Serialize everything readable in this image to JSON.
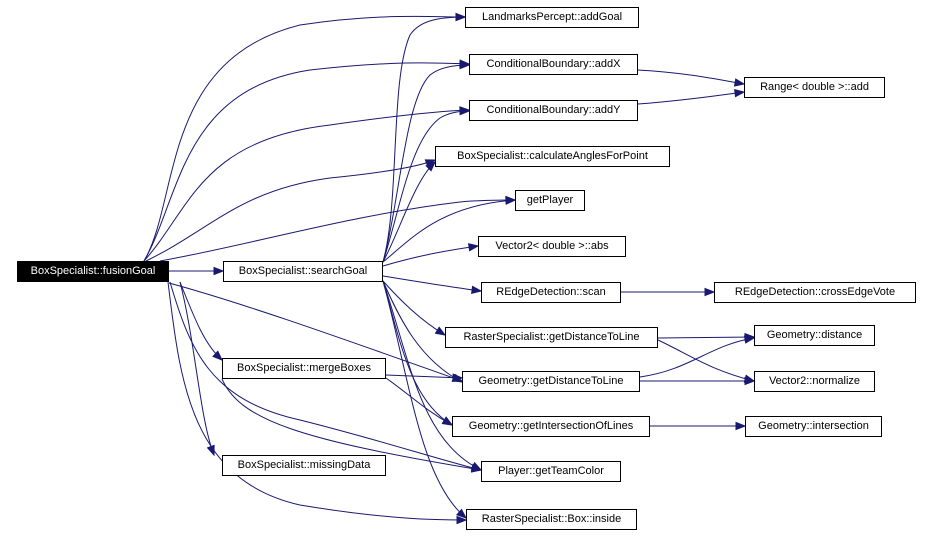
{
  "colors": {
    "edge": "#191970",
    "node_border": "#000000",
    "root_fill": "#000000",
    "root_text": "#ffffff"
  },
  "nodes": {
    "fusionGoal": "BoxSpecialist::fusionGoal",
    "searchGoal": "BoxSpecialist::searchGoal",
    "mergeBoxes": "BoxSpecialist::mergeBoxes",
    "missingData": "BoxSpecialist::missingData",
    "addGoal": "LandmarksPercept::addGoal",
    "addX": "ConditionalBoundary::addX",
    "addY": "ConditionalBoundary::addY",
    "calcAngles": "BoxSpecialist::calculateAnglesForPoint",
    "getPlayer": "getPlayer",
    "vecAbs": "Vector2< double >::abs",
    "scan": "REdgeDetection::scan",
    "rsDistLine": "RasterSpecialist::getDistanceToLine",
    "geoDistLine": "Geometry::getDistanceToLine",
    "geoIntersectLines": "Geometry::getIntersectionOfLines",
    "teamColor": "Player::getTeamColor",
    "boxInside": "RasterSpecialist::Box::inside",
    "rangeAdd": "Range< double >::add",
    "crossEdge": "REdgeDetection::crossEdgeVote",
    "geoDistance": "Geometry::distance",
    "vecNormalize": "Vector2::normalize",
    "geoIntersection": "Geometry::intersection"
  }
}
